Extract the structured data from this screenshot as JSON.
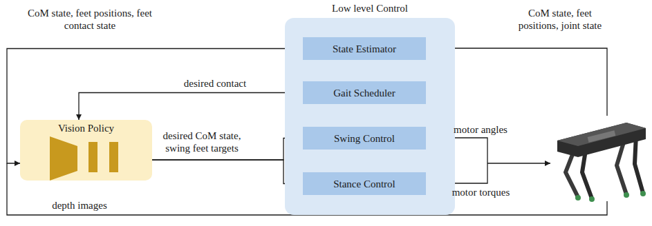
{
  "diagram": {
    "nodes": [
      {
        "text": [
          "Low level Control"
        ]
      },
      {
        "text": [
          "State Estimator"
        ],
        "in": 0
      },
      {
        "text": [
          "Gait Scheduler"
        ],
        "in": 0
      },
      {
        "text": [
          "Swing Control"
        ],
        "in": 0
      },
      {
        "text": [
          "Stance Control"
        ],
        "in": 0
      },
      {
        "text": [
          "Vision Policy"
        ]
      }
    ],
    "edges": [
      {
        "from": 1,
        "to": 5,
        "arrow": "to",
        "label": "CoM state, feet positions, feet contact state"
      },
      {
        "from": 2,
        "to": 5,
        "arrow": "to",
        "label": "desired contact"
      },
      {
        "from": 5,
        "to": 3,
        "arrow": "to",
        "label": "desired CoM state, swing feet targets"
      },
      {
        "from": 5,
        "to": 4,
        "arrow": "to"
      },
      {
        "from": 1,
        "to": 2,
        "arrow": "none"
      },
      {
        "from": 2,
        "to": 3,
        "arrow": "none"
      },
      {
        "from": 3,
        "to": 4,
        "arrow": "none"
      }
    ],
    "labels": [
      "CoM state, feet positions, joint state",
      "motor angles",
      "motor torques",
      "depth images"
    ]
  }
}
